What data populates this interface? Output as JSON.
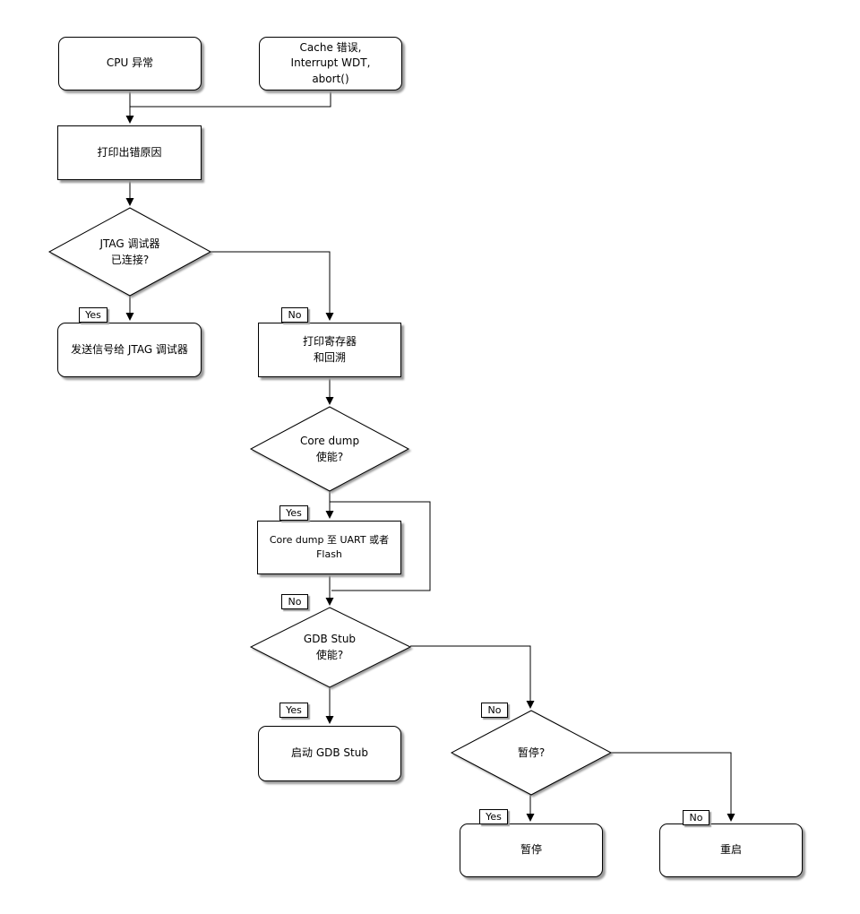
{
  "diagram": {
    "type": "flowchart",
    "language": "zh-CN / en",
    "colors": {
      "stroke": "#000000",
      "fill": "#ffffff",
      "shadow": "#9b9b9b",
      "background": "#ffffff"
    },
    "nodes": {
      "cpu_exception": {
        "type": "terminal",
        "label": "CPU 异常"
      },
      "cache_error": {
        "type": "terminal",
        "lines": [
          "Cache 错误,",
          "Interrupt WDT,",
          "abort()"
        ]
      },
      "print_error_reason": {
        "type": "process",
        "label": "打印出错原因"
      },
      "jtag_connected": {
        "type": "decision",
        "lines": [
          "JTAG 调试器",
          "已连接?"
        ]
      },
      "send_signal_jtag": {
        "type": "terminal",
        "label": "发送信号给 JTAG 调试器"
      },
      "print_registers_backtrace": {
        "type": "process",
        "lines": [
          "打印寄存器",
          "和回溯"
        ]
      },
      "core_dump_enabled": {
        "type": "decision",
        "lines": [
          "Core dump",
          "使能?"
        ]
      },
      "core_dump_to_uart_flash": {
        "type": "process",
        "label": "Core dump 至 UART 或者 Flash"
      },
      "gdb_stub_enabled": {
        "type": "decision",
        "lines": [
          "GDB Stub",
          "使能?"
        ]
      },
      "start_gdb_stub": {
        "type": "terminal",
        "label": "启动 GDB Stub"
      },
      "halt_question": {
        "type": "decision",
        "label": "暂停?"
      },
      "halt": {
        "type": "terminal",
        "label": "暂停"
      },
      "reboot": {
        "type": "terminal",
        "label": "重启"
      }
    },
    "branch_labels": {
      "yes": "Yes",
      "no": "No"
    },
    "edges": [
      {
        "from": "cpu_exception",
        "to": "print_error_reason"
      },
      {
        "from": "cache_error",
        "to": "print_error_reason"
      },
      {
        "from": "print_error_reason",
        "to": "jtag_connected"
      },
      {
        "from": "jtag_connected",
        "to": "send_signal_jtag",
        "label": "Yes"
      },
      {
        "from": "jtag_connected",
        "to": "print_registers_backtrace",
        "label": "No"
      },
      {
        "from": "print_registers_backtrace",
        "to": "core_dump_enabled"
      },
      {
        "from": "core_dump_enabled",
        "to": "core_dump_to_uart_flash",
        "label": "Yes"
      },
      {
        "from": "core_dump_enabled",
        "to": "gdb_stub_enabled",
        "label": "No"
      },
      {
        "from": "core_dump_to_uart_flash",
        "to": "gdb_stub_enabled"
      },
      {
        "from": "gdb_stub_enabled",
        "to": "start_gdb_stub",
        "label": "Yes"
      },
      {
        "from": "gdb_stub_enabled",
        "to": "halt_question",
        "label": "No"
      },
      {
        "from": "halt_question",
        "to": "halt",
        "label": "Yes"
      },
      {
        "from": "halt_question",
        "to": "reboot",
        "label": "No"
      }
    ]
  }
}
